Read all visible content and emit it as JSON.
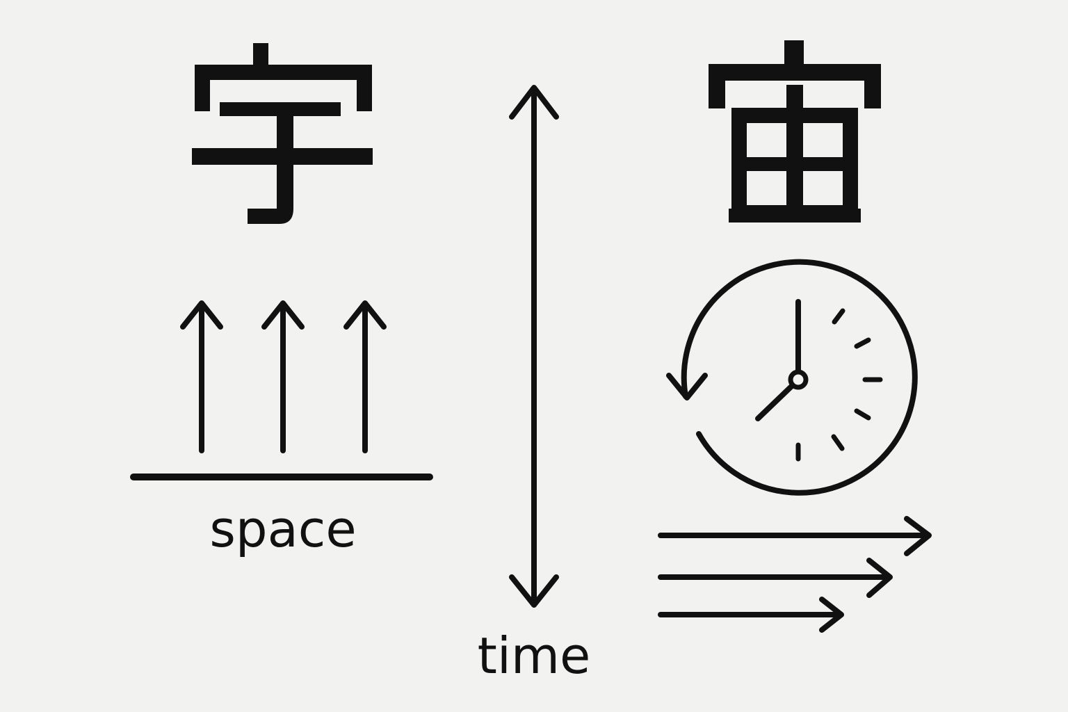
{
  "diagram": {
    "characters": {
      "space_char": "宇",
      "time_char": "宙"
    },
    "labels": {
      "space": "space",
      "time": "time"
    },
    "colors": {
      "background": "#f2f2f1",
      "ink": "#111111"
    },
    "icons": {
      "space_arrows": "up-arrow-icon",
      "time_axis": "double-headed-vertical-arrow-icon",
      "clock": "clock-icon",
      "rewind": "counterclockwise-arrow-icon",
      "time_flow": "right-arrow-icon"
    }
  }
}
